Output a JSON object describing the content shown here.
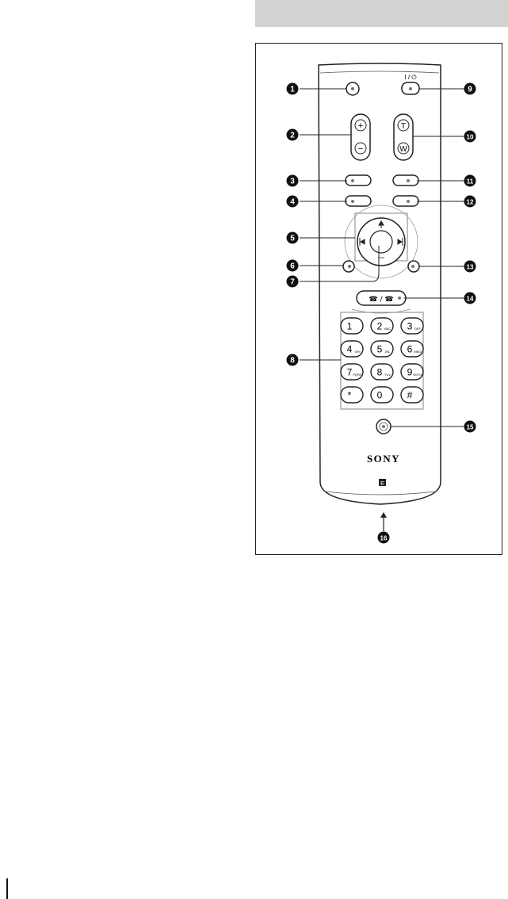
{
  "figure": {
    "power_label": "I / ⏻",
    "zoom_tele": "T",
    "zoom_wide": "W",
    "volume_plus": "+",
    "volume_minus": "−",
    "brand": "SONY",
    "ce_mark": "E",
    "phone_symbol": "☎ / ☎"
  },
  "keypad": [
    {
      "digit": "1",
      "sub": ""
    },
    {
      "digit": "2",
      "sub": "ABC"
    },
    {
      "digit": "3",
      "sub": "DEF"
    },
    {
      "digit": "4",
      "sub": "GHI"
    },
    {
      "digit": "5",
      "sub": "JKL"
    },
    {
      "digit": "6",
      "sub": "MNO"
    },
    {
      "digit": "7",
      "sub": "PQRS"
    },
    {
      "digit": "8",
      "sub": "TUV"
    },
    {
      "digit": "9",
      "sub": "WXYZ"
    },
    {
      "digit": "*",
      "sub": ""
    },
    {
      "digit": "0",
      "sub": ""
    },
    {
      "digit": "#",
      "sub": ""
    }
  ],
  "callouts": [
    "1",
    "2",
    "3",
    "4",
    "5",
    "6",
    "7",
    "8",
    "9",
    "10",
    "11",
    "12",
    "13",
    "14",
    "15",
    "16"
  ]
}
